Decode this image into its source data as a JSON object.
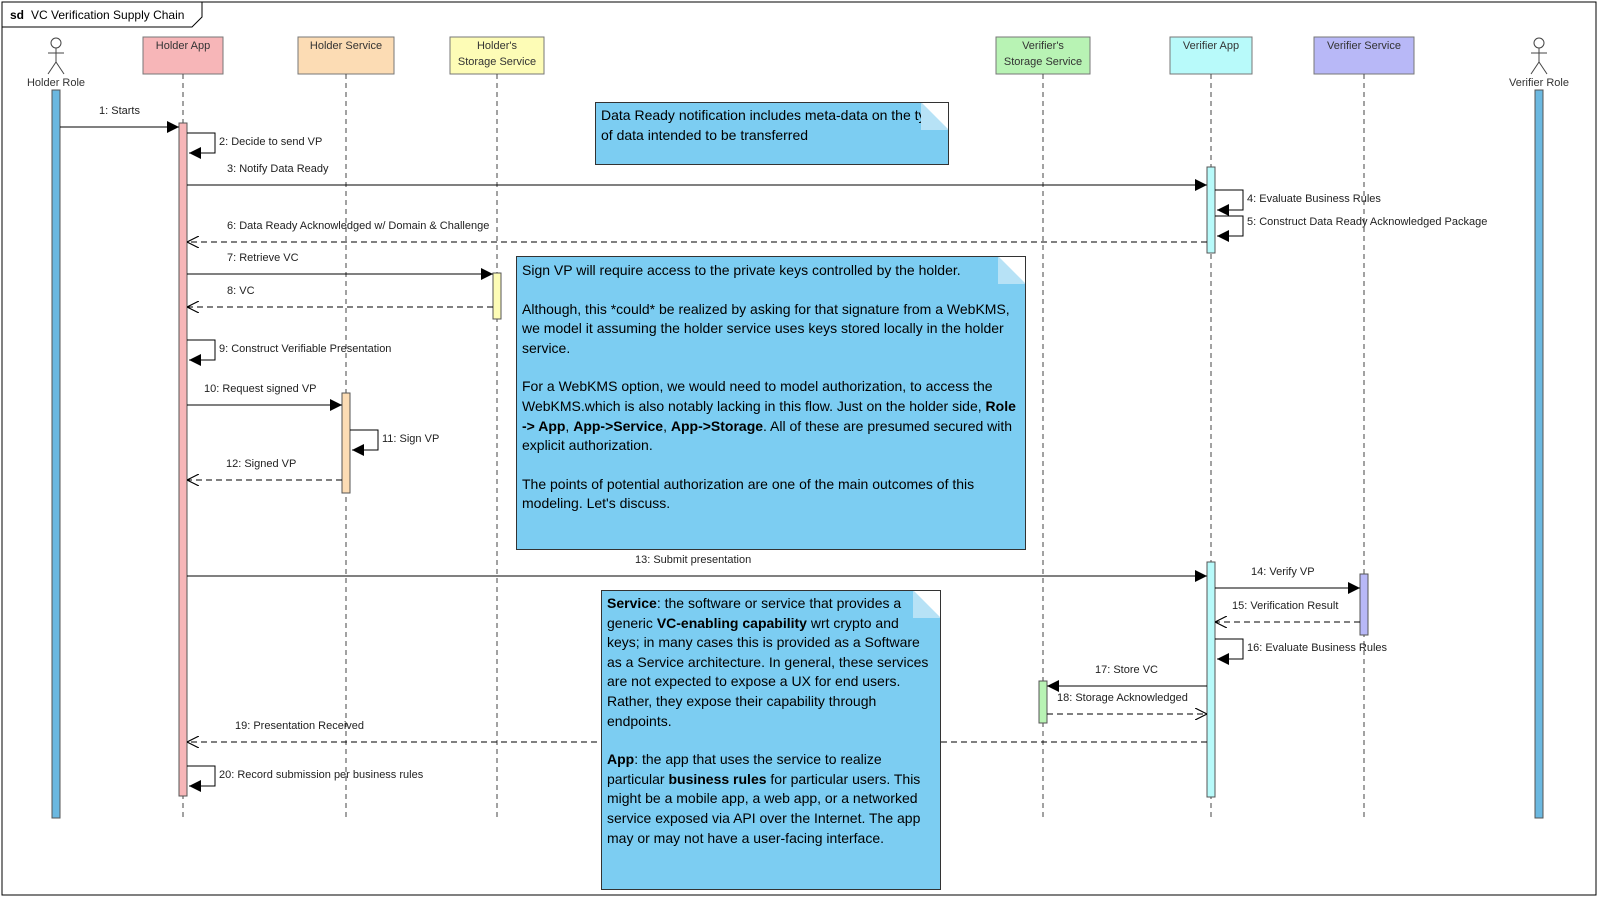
{
  "frame": {
    "keyword": "sd",
    "title": "VC Verification Supply Chain"
  },
  "lifelines": [
    {
      "id": "holder-role",
      "kind": "actor",
      "lines": [
        "Holder Role"
      ],
      "color": "#6bb8e0"
    },
    {
      "id": "holder-app",
      "kind": "box",
      "lines": [
        "Holder App"
      ],
      "color": "#f7b6b8"
    },
    {
      "id": "holder-service",
      "kind": "box",
      "lines": [
        "Holder Service"
      ],
      "color": "#fcdcb4"
    },
    {
      "id": "holder-storage",
      "kind": "box",
      "lines": [
        "Holder's",
        "Storage Service"
      ],
      "color": "#fdfcb6"
    },
    {
      "id": "verifier-storage",
      "kind": "box",
      "lines": [
        "Verifier's",
        "Storage Service"
      ],
      "color": "#b8f3b4"
    },
    {
      "id": "verifier-app",
      "kind": "box",
      "lines": [
        "Verifier App"
      ],
      "color": "#b8fafa"
    },
    {
      "id": "verifier-service",
      "kind": "box",
      "lines": [
        "Verifier Service"
      ],
      "color": "#b8b8f7"
    },
    {
      "id": "verifier-role",
      "kind": "actor",
      "lines": [
        "Verifier Role"
      ],
      "color": "#6bb8e0"
    }
  ],
  "messages": [
    {
      "n": 1,
      "label": "1: Starts",
      "from": "holder-role",
      "to": "holder-app",
      "style": "sync"
    },
    {
      "n": 2,
      "label": "2: Decide to send VP",
      "from": "holder-app",
      "to": "holder-app",
      "style": "self"
    },
    {
      "n": 3,
      "label": "3: Notify Data Ready",
      "from": "holder-app",
      "to": "verifier-app",
      "style": "sync"
    },
    {
      "n": 4,
      "label": "4: Evaluate Business Rules",
      "from": "verifier-app",
      "to": "verifier-app",
      "style": "self"
    },
    {
      "n": 5,
      "label": "5: Construct Data Ready Acknowledged Package",
      "from": "verifier-app",
      "to": "verifier-app",
      "style": "self"
    },
    {
      "n": 6,
      "label": "6: Data Ready Acknowledged w/ Domain & Challenge",
      "from": "verifier-app",
      "to": "holder-app",
      "style": "reply"
    },
    {
      "n": 7,
      "label": "7: Retrieve VC",
      "from": "holder-app",
      "to": "holder-storage",
      "style": "sync"
    },
    {
      "n": 8,
      "label": "8: VC",
      "from": "holder-storage",
      "to": "holder-app",
      "style": "reply"
    },
    {
      "n": 9,
      "label": "9: Construct Verifiable Presentation",
      "from": "holder-app",
      "to": "holder-app",
      "style": "self"
    },
    {
      "n": 10,
      "label": "10: Request signed VP",
      "from": "holder-app",
      "to": "holder-service",
      "style": "sync"
    },
    {
      "n": 11,
      "label": "11: Sign VP",
      "from": "holder-service",
      "to": "holder-service",
      "style": "self"
    },
    {
      "n": 12,
      "label": "12: Signed VP",
      "from": "holder-service",
      "to": "holder-app",
      "style": "reply"
    },
    {
      "n": 13,
      "label": "13: Submit presentation",
      "from": "holder-app",
      "to": "verifier-app",
      "style": "sync"
    },
    {
      "n": 14,
      "label": "14: Verify VP",
      "from": "verifier-app",
      "to": "verifier-service",
      "style": "sync"
    },
    {
      "n": 15,
      "label": "15: Verification Result",
      "from": "verifier-service",
      "to": "verifier-app",
      "style": "reply"
    },
    {
      "n": 16,
      "label": "16: Evaluate Business Rules",
      "from": "verifier-app",
      "to": "verifier-app",
      "style": "self"
    },
    {
      "n": 17,
      "label": "17: Store VC",
      "from": "verifier-app",
      "to": "verifier-storage",
      "style": "sync"
    },
    {
      "n": 18,
      "label": "18: Storage Acknowledged",
      "from": "verifier-storage",
      "to": "verifier-app",
      "style": "reply"
    },
    {
      "n": 19,
      "label": "19: Presentation Received",
      "from": "verifier-app",
      "to": "holder-app",
      "style": "reply"
    },
    {
      "n": 20,
      "label": "20: Record submission per business rules",
      "from": "holder-app",
      "to": "holder-app",
      "style": "self"
    }
  ],
  "notes": {
    "data_ready": {
      "text": "Data Ready notification includes meta-data on the type of data intended to be transferred"
    },
    "sign_vp": {
      "p1": "Sign VP will require access to the private keys controlled by the holder.",
      "p2": "Although, this *could* be realized by asking for that signature from a WebKMS, we model it assuming the holder service uses keys stored locally in the holder service.",
      "p3_a": "For a WebKMS option, we would need to model authorization, to access the WebKMS.which is also notably lacking in this flow. Just on the holder side, ",
      "p3_b1": "Role -> App",
      "p3_c1": ", ",
      "p3_b2": "App->Service",
      "p3_c2": ", ",
      "p3_b3": "App->Storage",
      "p3_d": ". All of these are presumed secured with explicit authorization.",
      "p4": "The points of potential authorization are one of the main outcomes of this modeling. Let's discuss."
    },
    "service_app": {
      "service_term": "Service",
      "service_a": ": the software or service that provides a generic ",
      "service_b": "VC-enabling capability",
      "service_c": " wrt crypto and keys; in many cases this is provided as a Software as a Service architecture. In general, these services are not expected to expose a UX for end users. Rather, they expose their capability through endpoints.",
      "app_term": "App",
      "app_a": ": the app that uses the service to realize particular ",
      "app_b": "business rules",
      "app_c": " for particular users. This might be a mobile app, a web app, or a networked service exposed via API over the Internet. The app may or may not have a user-facing interface."
    }
  }
}
